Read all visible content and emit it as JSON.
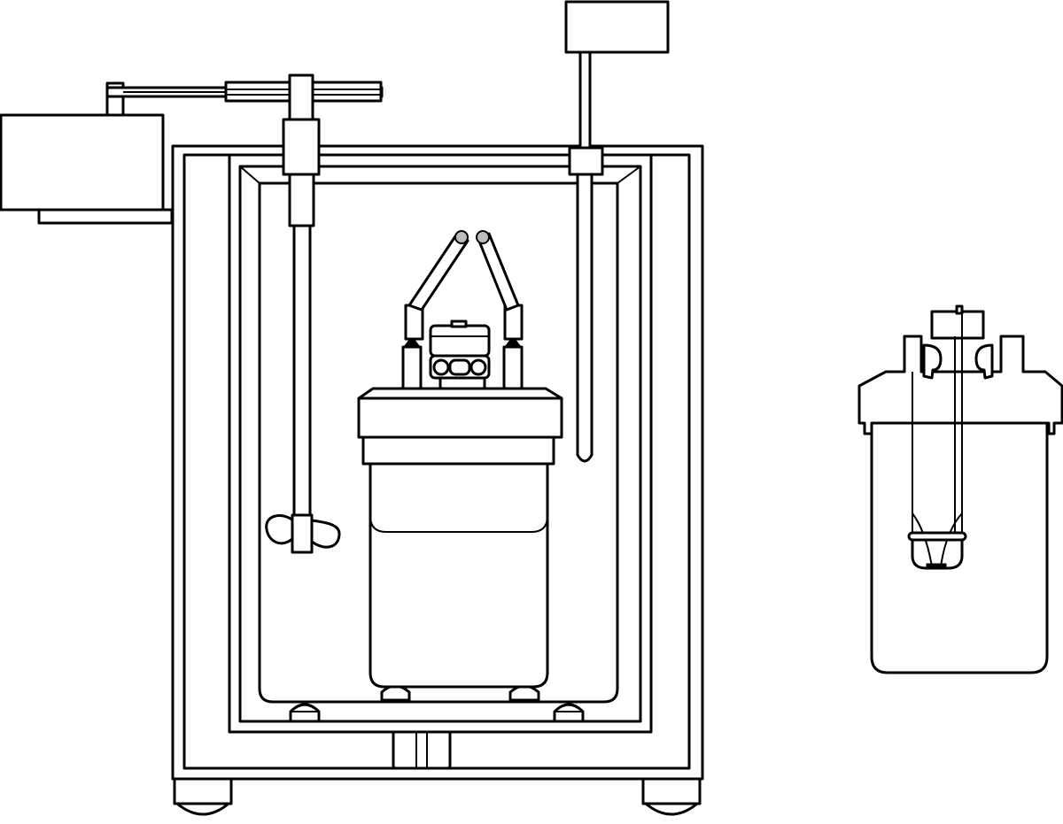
{
  "figure": {
    "type": "line-drawing",
    "stroke_color": "#000000",
    "background_color": "#ffffff",
    "accent_color": "#bdbdbd",
    "components": [
      "motor",
      "drive-belt",
      "stirrer",
      "thermometer",
      "outer-cabinet",
      "water-bath",
      "calorimeter-vessel",
      "ignition-electrodes",
      "vessel-detail"
    ]
  }
}
